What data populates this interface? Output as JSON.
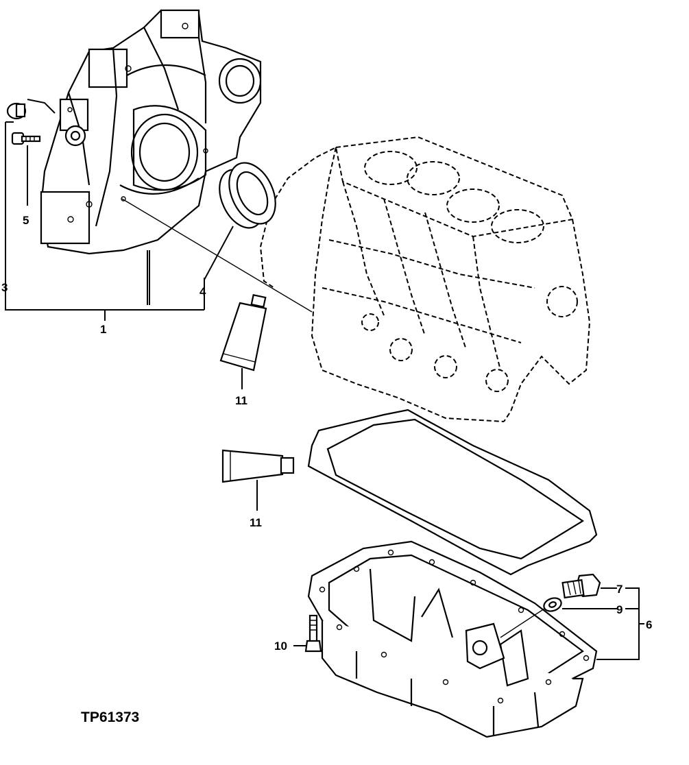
{
  "figure_ref": "TP61373",
  "callouts": [
    {
      "id": "1",
      "label": "1"
    },
    {
      "id": "3",
      "label": "3"
    },
    {
      "id": "4",
      "label": "4"
    },
    {
      "id": "5",
      "label": "5"
    },
    {
      "id": "6",
      "label": "6"
    },
    {
      "id": "7",
      "label": "7"
    },
    {
      "id": "9",
      "label": "9"
    },
    {
      "id": "10",
      "label": "10"
    },
    {
      "id": "11a",
      "label": "11"
    },
    {
      "id": "11b",
      "label": "11"
    }
  ]
}
